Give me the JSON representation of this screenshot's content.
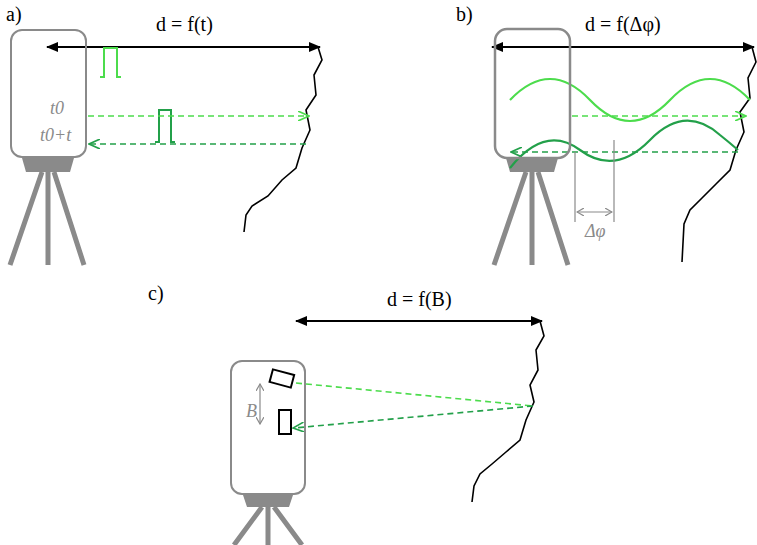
{
  "diagram": {
    "nodes": [
      {
        "text": [
          "t0",
          "t0+t"
        ]
      },
      {
        "text": [
          "B"
        ]
      }
    ],
    "labels": [
      "a)",
      "b)",
      "c)",
      "d = f(t)",
      "d = f(Δφ)",
      "d = f(B)",
      "Δφ"
    ]
  }
}
